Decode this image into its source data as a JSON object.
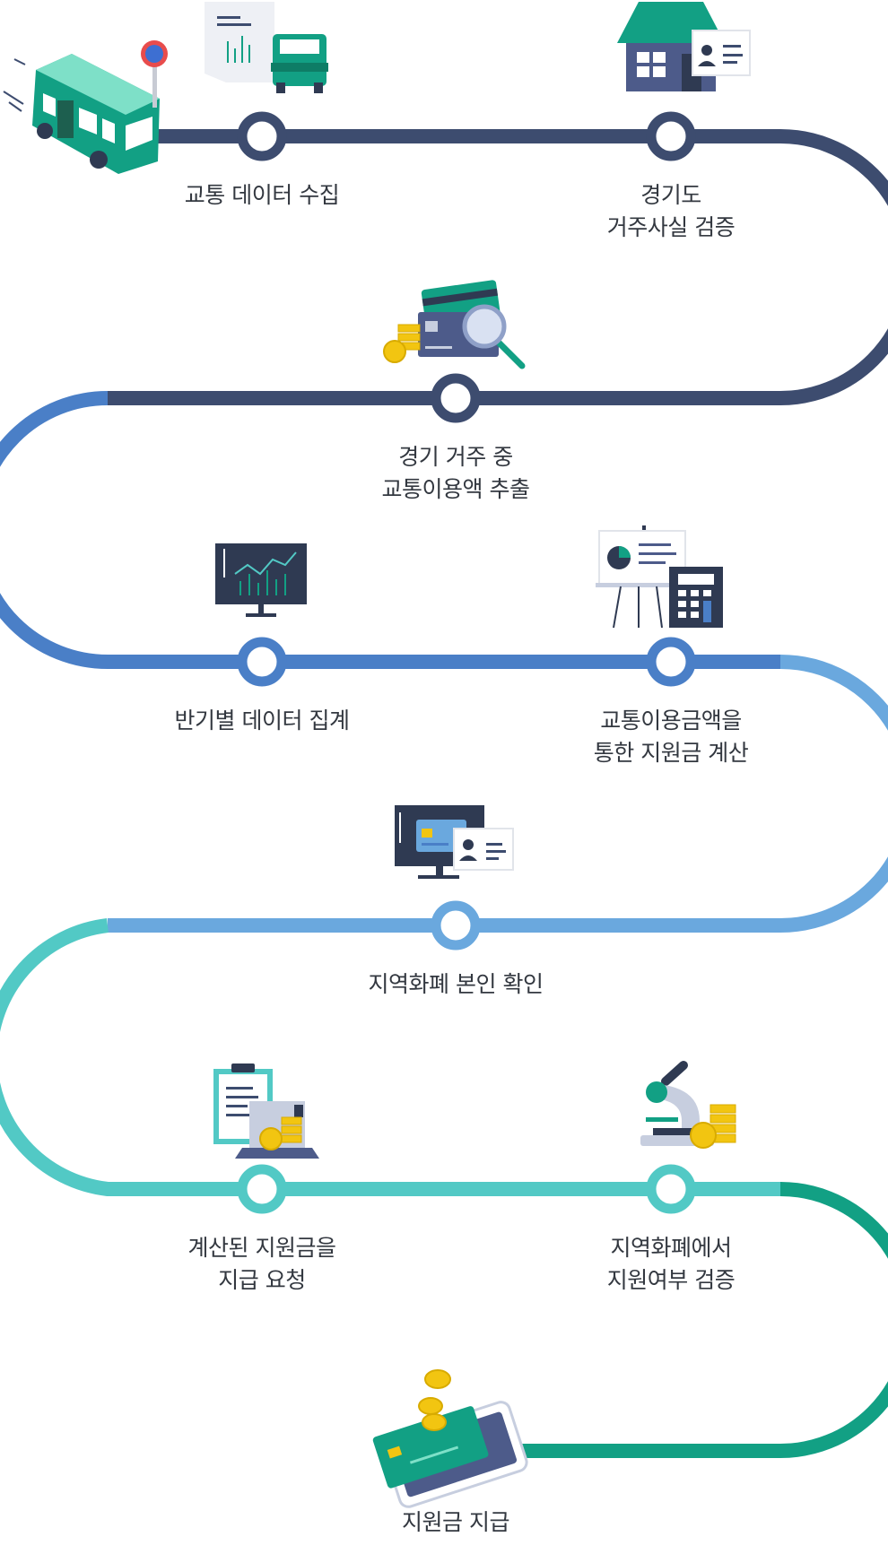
{
  "colors": {
    "navy": "#3d4c6f",
    "blue": "#4a7fc7",
    "light_blue": "#6aa8de",
    "teal": "#52c9c5",
    "green": "#12a084",
    "gold": "#f2c511",
    "text": "#333840"
  },
  "steps": [
    {
      "line1": "교통 데이터 수집",
      "line2": "",
      "icon": "bus-and-truck-report-icon"
    },
    {
      "line1": "경기도",
      "line2": "거주사실 검증",
      "icon": "house-id-card-icon"
    },
    {
      "line1": "경기 거주 중",
      "line2": "교통이용액 추출",
      "icon": "card-magnifier-icon"
    },
    {
      "line1": "반기별 데이터 집계",
      "line2": "",
      "icon": "monitor-chart-icon"
    },
    {
      "line1": "교통이용금액을",
      "line2": "통한 지원금 계산",
      "icon": "presentation-calculator-icon"
    },
    {
      "line1": "지역화폐 본인 확인",
      "line2": "",
      "icon": "monitor-id-card-icon"
    },
    {
      "line1": "계산된 지원금을",
      "line2": "지급 요청",
      "icon": "clipboard-coins-icon"
    },
    {
      "line1": "지역화폐에서",
      "line2": "지원여부 검증",
      "icon": "microscope-coins-icon"
    },
    {
      "line1": "지원금 지급",
      "line2": "",
      "icon": "phone-card-coins-icon"
    }
  ]
}
